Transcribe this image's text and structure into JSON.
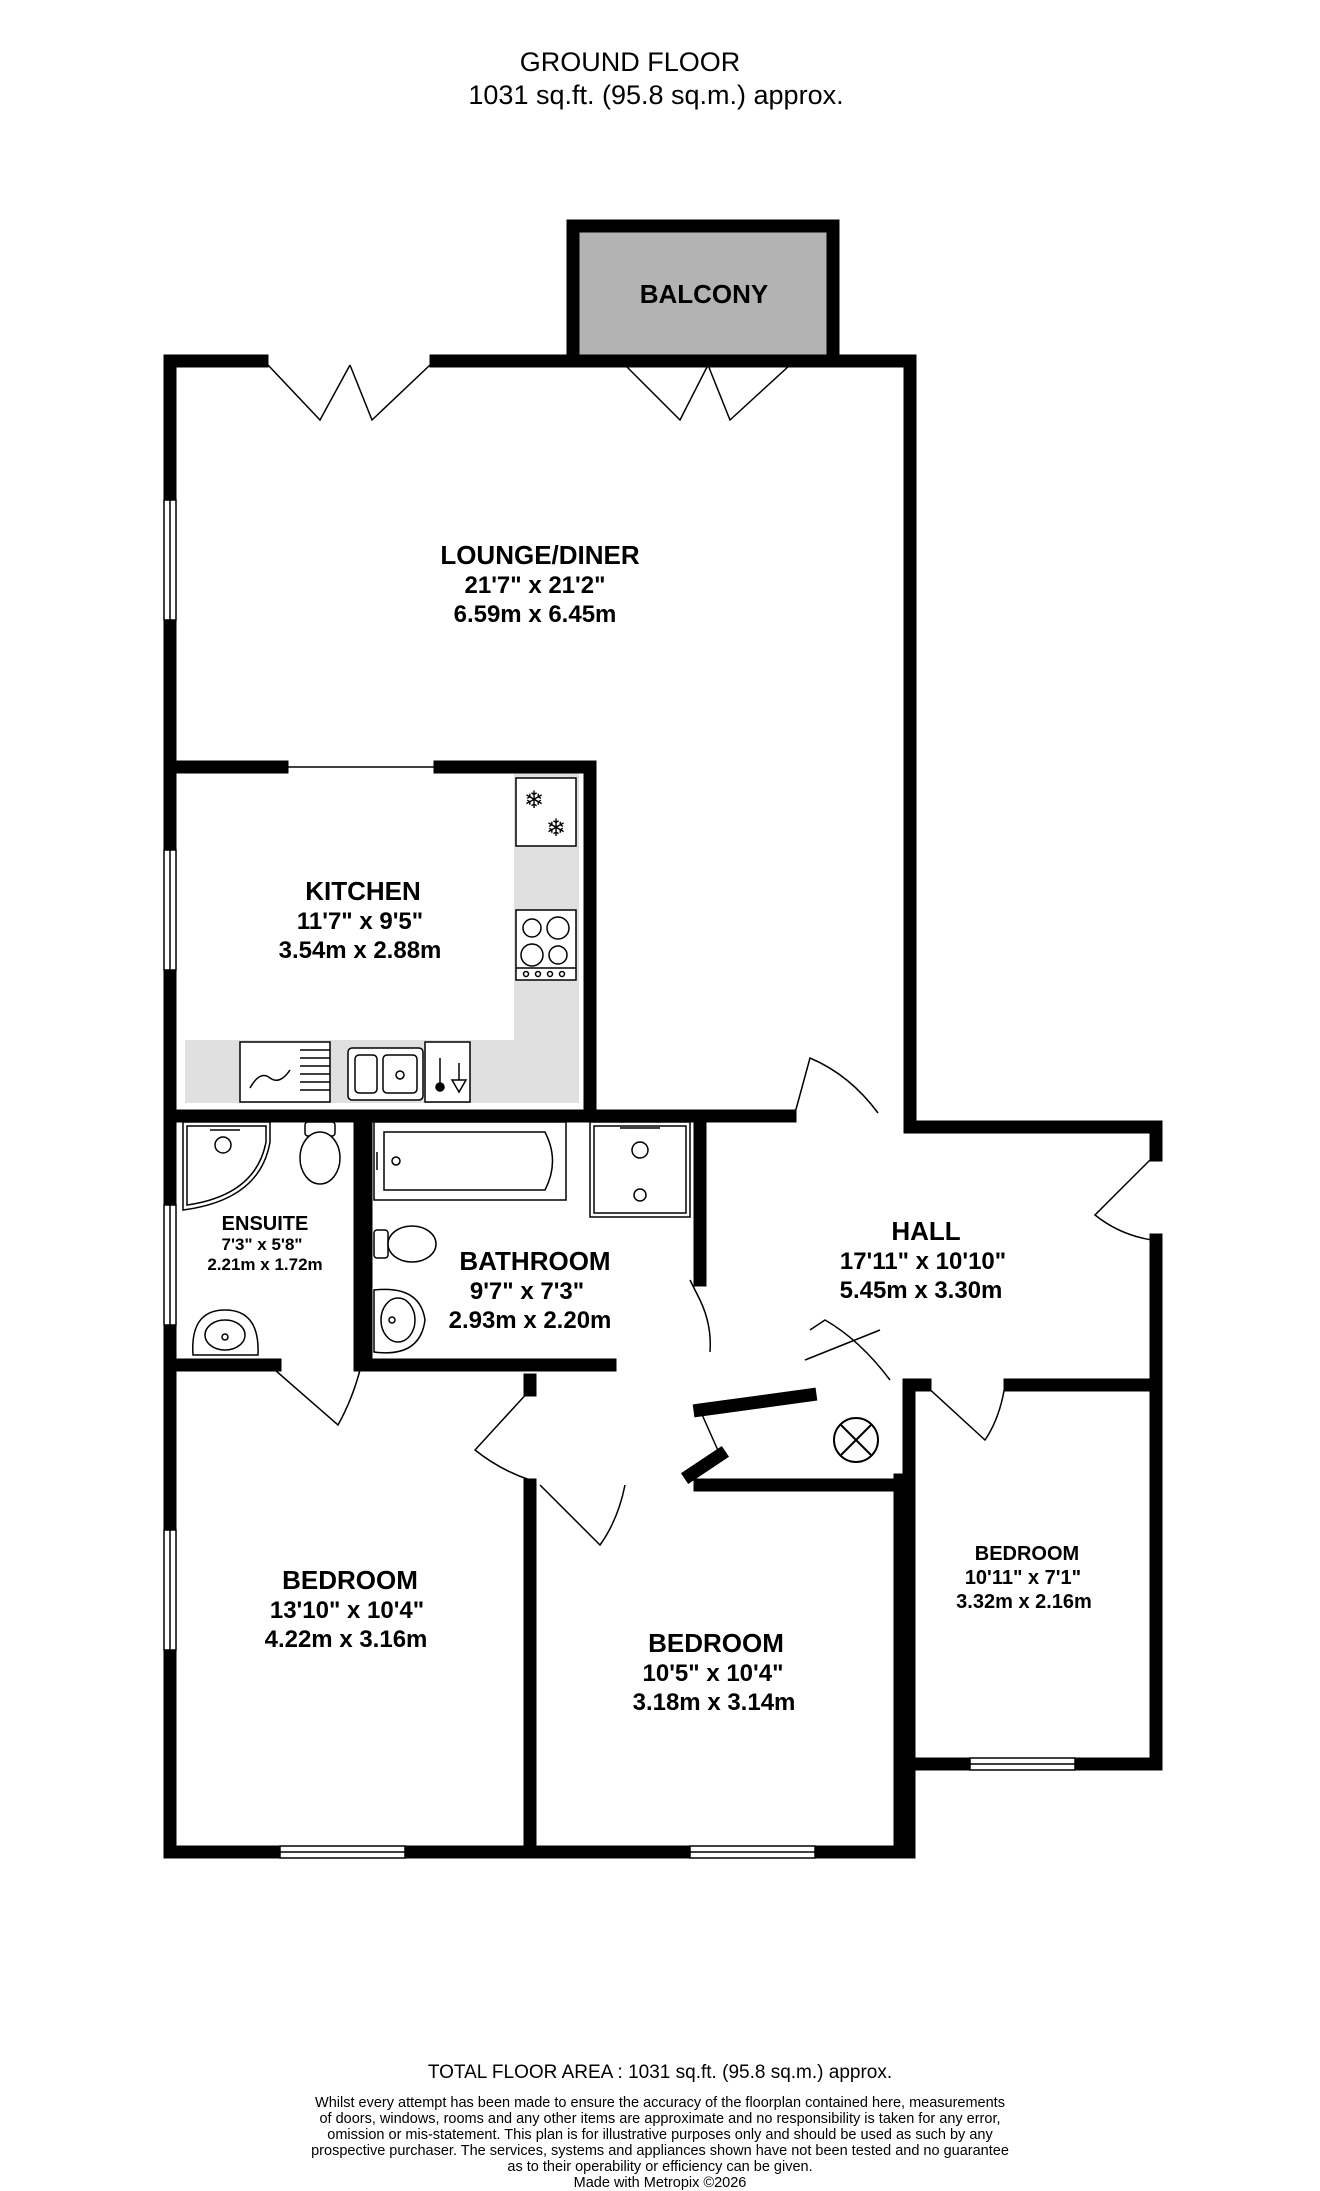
{
  "header": {
    "floor_name": "GROUND FLOOR",
    "floor_area": "1031 sq.ft. (95.8 sq.m.) approx."
  },
  "rooms": {
    "balcony": {
      "name": "BALCONY"
    },
    "lounge": {
      "name": "LOUNGE/DINER",
      "imperial": "21'7\"  x 21'2\"",
      "metric": "6.59m  x 6.45m"
    },
    "kitchen": {
      "name": "KITCHEN",
      "imperial": "11'7\"  x 9'5\"",
      "metric": "3.54m  x 2.88m"
    },
    "ensuite": {
      "name": "ENSUITE",
      "imperial": "7'3\"  x 5'8\"",
      "metric": "2.21m  x 1.72m"
    },
    "bathroom": {
      "name": "BATHROOM",
      "imperial": "9'7\"  x 7'3\"",
      "metric": "2.93m  x 2.20m"
    },
    "hall": {
      "name": "HALL",
      "imperial": "17'11\"  x 10'10\"",
      "metric": "5.45m  x 3.30m"
    },
    "bedroom1": {
      "name": "BEDROOM",
      "imperial": "13'10\"  x 10'4\"",
      "metric": "4.22m  x 3.16m"
    },
    "bedroom2": {
      "name": "BEDROOM",
      "imperial": "10'5\"  x 10'4\"",
      "metric": "3.18m  x 3.14m"
    },
    "bedroom3": {
      "name": "BEDROOM",
      "imperial": "10'11\"  x 7'1\"",
      "metric": "3.32m  x 2.16m"
    }
  },
  "footer": {
    "total_area": "TOTAL FLOOR AREA : 1031 sq.ft. (95.8 sq.m.) approx.",
    "disclaimer": [
      "Whilst every attempt has been made to ensure the accuracy of the floorplan contained here, measurements",
      "of doors, windows, rooms and any other items are approximate and no responsibility is taken for any error,",
      "omission or mis-statement. This plan is for illustrative purposes only and should be used as such by any",
      "prospective purchaser. The services, systems and appliances shown have not been tested and no guarantee",
      "as to their operability or efficiency can be given."
    ],
    "credit": "Made with Metropix ©2026"
  },
  "colors": {
    "wall": "#000000",
    "balcony_fill": "#b3b3b3",
    "counter_fill": "#e0e0e0",
    "background": "#ffffff"
  },
  "icons": [
    "freezer-icon",
    "hob-icon",
    "sink-icon",
    "tap-icon",
    "toilet-icon",
    "shower-tray-icon",
    "bath-icon",
    "basin-icon",
    "extractor-icon",
    "door-swing-icon",
    "window-icon"
  ]
}
